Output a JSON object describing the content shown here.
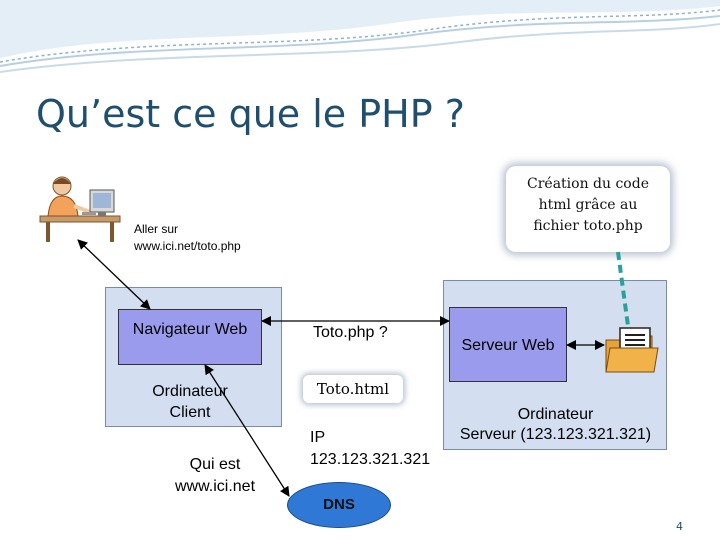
{
  "title": "Qu’est ce que le PHP ?",
  "callout": {
    "lines": [
      "Création du code",
      "html grâce au",
      "fichier toto.php"
    ]
  },
  "user_instruction": {
    "lines": [
      "Aller sur",
      "www.ici.net/toto.php"
    ]
  },
  "client": {
    "browser_label": "Navigateur Web",
    "computer_label": "Ordinateur Client",
    "question_lines": [
      "Qui est",
      "www.ici.net"
    ]
  },
  "request_label": "Toto.php ?",
  "response_label": "Toto.html",
  "ip_answer": {
    "lines": [
      "IP",
      "123.123.321.321"
    ]
  },
  "server": {
    "web_server_label": "Serveur Web",
    "computer_lines": [
      "Ordinateur",
      "Serveur (123.123.321.321)"
    ]
  },
  "dns_label": "DNS",
  "page_number": "4",
  "colors": {
    "title": "#1f4e6e",
    "panel": "#d3def1",
    "box": "#9b9bee",
    "dns": "#2f78d6",
    "dashed_link": "#2aa198"
  }
}
